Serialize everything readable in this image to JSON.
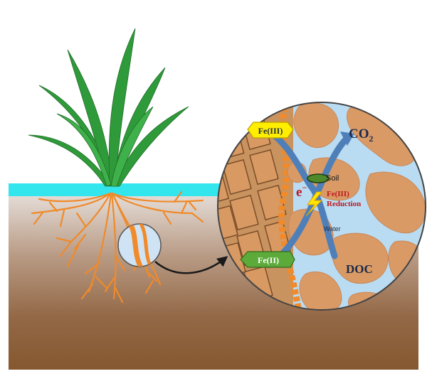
{
  "labels": {
    "fe3_top": "Fe(III)",
    "co2_main": "CO",
    "co2_sub": "2",
    "soil": "Soil",
    "electron_main": "e",
    "electron_sup": "−",
    "fe3_reduction_line1": "Fe(III)",
    "fe3_reduction_line2": "Reduction",
    "water": "Water",
    "fe2": "Fe(II)",
    "doc": "DOC"
  },
  "colors": {
    "sky": "#ffffff",
    "water_surface": "#33e6ee",
    "soil_top": "#d8cfc8",
    "soil_bottom": "#8a5e35",
    "root": "#f08a2a",
    "aggregate": "#d99a66",
    "pore_water": "#b9dcf2",
    "arrow_blue": "#4f7fb8",
    "fe3_fill": "#ffee00",
    "fe2_fill": "#5cab3a",
    "label_red": "#c0161c",
    "label_dark": "#1a2a4a",
    "leaf_green": "#2f9a3a"
  },
  "icons": [
    "rice-plant-icon",
    "root-system-icon",
    "magnifier-circle-icon",
    "lightning-icon",
    "soil-particle-icon"
  ]
}
